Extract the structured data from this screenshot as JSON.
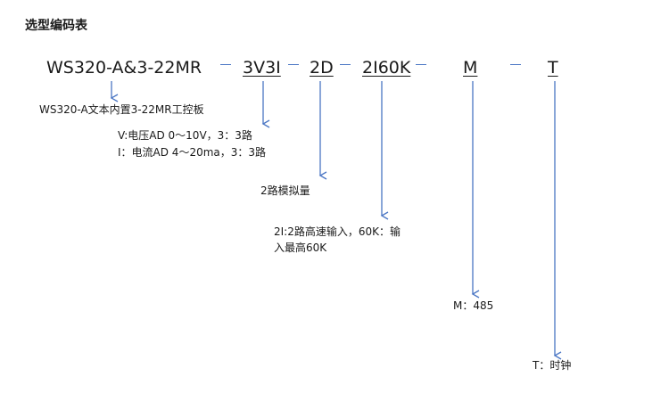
{
  "heading": "选型编码表",
  "code": {
    "model": "WS320-A&3-22MR",
    "segments": [
      "3V3I",
      "2D",
      "2I60K",
      "M",
      "T"
    ]
  },
  "descriptions": {
    "model": "WS320-A文本内置3-22MR工控板",
    "io_line1": "V:电压AD 0～10V，3：3路",
    "io_line2": "I：电流AD 4～20ma，3：3路",
    "analog": "2路模拟量",
    "input_line1": "2I:2路高速输入，60K：输",
    "input_line2": "入最高60K",
    "comm": "M：485",
    "clock": "T：时钟"
  },
  "colors": {
    "arrow": "#4a76c4",
    "text": "#1a1a1a"
  }
}
